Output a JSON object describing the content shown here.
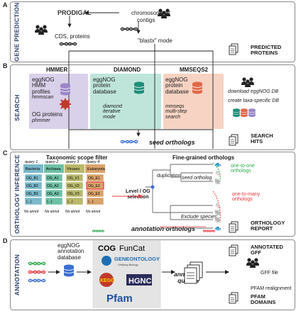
{
  "sections": {
    "a": {
      "letter": "A",
      "label": "GENE PREDICTION",
      "prodigal": "PRODIGAL",
      "chromosomes": "chromosomes /",
      "contigs": "contigs",
      "cds": "CDS, proteins",
      "blastx": "\"blastx\" mode",
      "output": [
        "PREDICTED",
        "PROTEINS"
      ]
    },
    "b": {
      "letter": "B",
      "label": "SEARCH",
      "hmmer": {
        "title": "HMMER",
        "l1": "eggNOG",
        "l2": "HMM",
        "l3": "profiles",
        "sub": "hmmscan",
        "l4": "OG proteins",
        "sub2": "phmmer"
      },
      "diamond": {
        "title": "DIAMOND",
        "l1": "eggNOG",
        "l2": "protein",
        "l3": "database",
        "s1": "diamond",
        "s2": "iterative",
        "s3": "mode"
      },
      "mmseqs": {
        "title": "MMSEQS2",
        "l1": "eggNOG",
        "l2": "protein",
        "l3": "database",
        "s1": "mmseqs",
        "s2": "multi-step",
        "s3": "search"
      },
      "download": "download eggNOG DB",
      "create": "create taxa-specific DB",
      "seed": "seed orthologs",
      "output": [
        "SEARCH",
        "HITS"
      ]
    },
    "c": {
      "letter": "C",
      "label": "ORTHOLOGY INFERENCE",
      "filter_title": "Taxonomic scope filter",
      "queries": [
        "query 1",
        "query 2",
        "query 3",
        "query 4"
      ],
      "columns": [
        "Bacteria",
        "Archaea",
        "Viruses",
        "Eukaryota"
      ],
      "ogs": [
        [
          "OG_B1",
          "OG_B2",
          "OG_B3",
          "(...)"
        ],
        [
          "OG_A1",
          "OG_A2",
          "OG_A3",
          "(...)"
        ],
        [
          "OG_V1",
          "OG_V2",
          "OG_V3",
          "(...)"
        ],
        [
          "OG_E1",
          "OG_E2",
          "OG_E3",
          "(...)"
        ]
      ],
      "no_annot": "No annot",
      "level": "Level / OG",
      "selection": "selection",
      "fine": "Fine-grained orthologs",
      "duplication": "duplication",
      "seed_ortholog": "seed ortholog",
      "one_to_one": [
        "one-to-one",
        "orthologs"
      ],
      "one_to_many": [
        "one-to-many",
        "orthologs"
      ],
      "exclude": "Exclude species",
      "annotation_orthologs": "annotation orthologs",
      "output": [
        "ORTHOLOGY",
        "REPORT"
      ]
    },
    "d": {
      "letter": "D",
      "label": "ANNOTATION",
      "db": [
        "eggNOG",
        "annotation",
        "database"
      ],
      "logos": {
        "cog": "COG",
        "funcat": "FunCat",
        "go1": "GENEONTOLOGY",
        "go2": "Unifying Biology",
        "kegg": "KEGG",
        "hgnc": "HGNC",
        "pfam": "Pfam"
      },
      "annotated": "annotated",
      "queries": "queries",
      "gff_out": [
        "ANNOTATED",
        "GFF"
      ],
      "gff_file": "GFF file",
      "pfam_realign": "PFAM realignment",
      "pfam_out": [
        "PFAM",
        "DOMAINS"
      ]
    }
  },
  "colors": {
    "hmmer": "#d9d0ea",
    "diamond": "#bfe5db",
    "mmseqs": "#f6d3c3",
    "sidebar": "#2a3f6a",
    "red": "#e8373d",
    "green": "#2aa84a",
    "orange": "#e8823a",
    "blue": "#3d6fd1"
  }
}
